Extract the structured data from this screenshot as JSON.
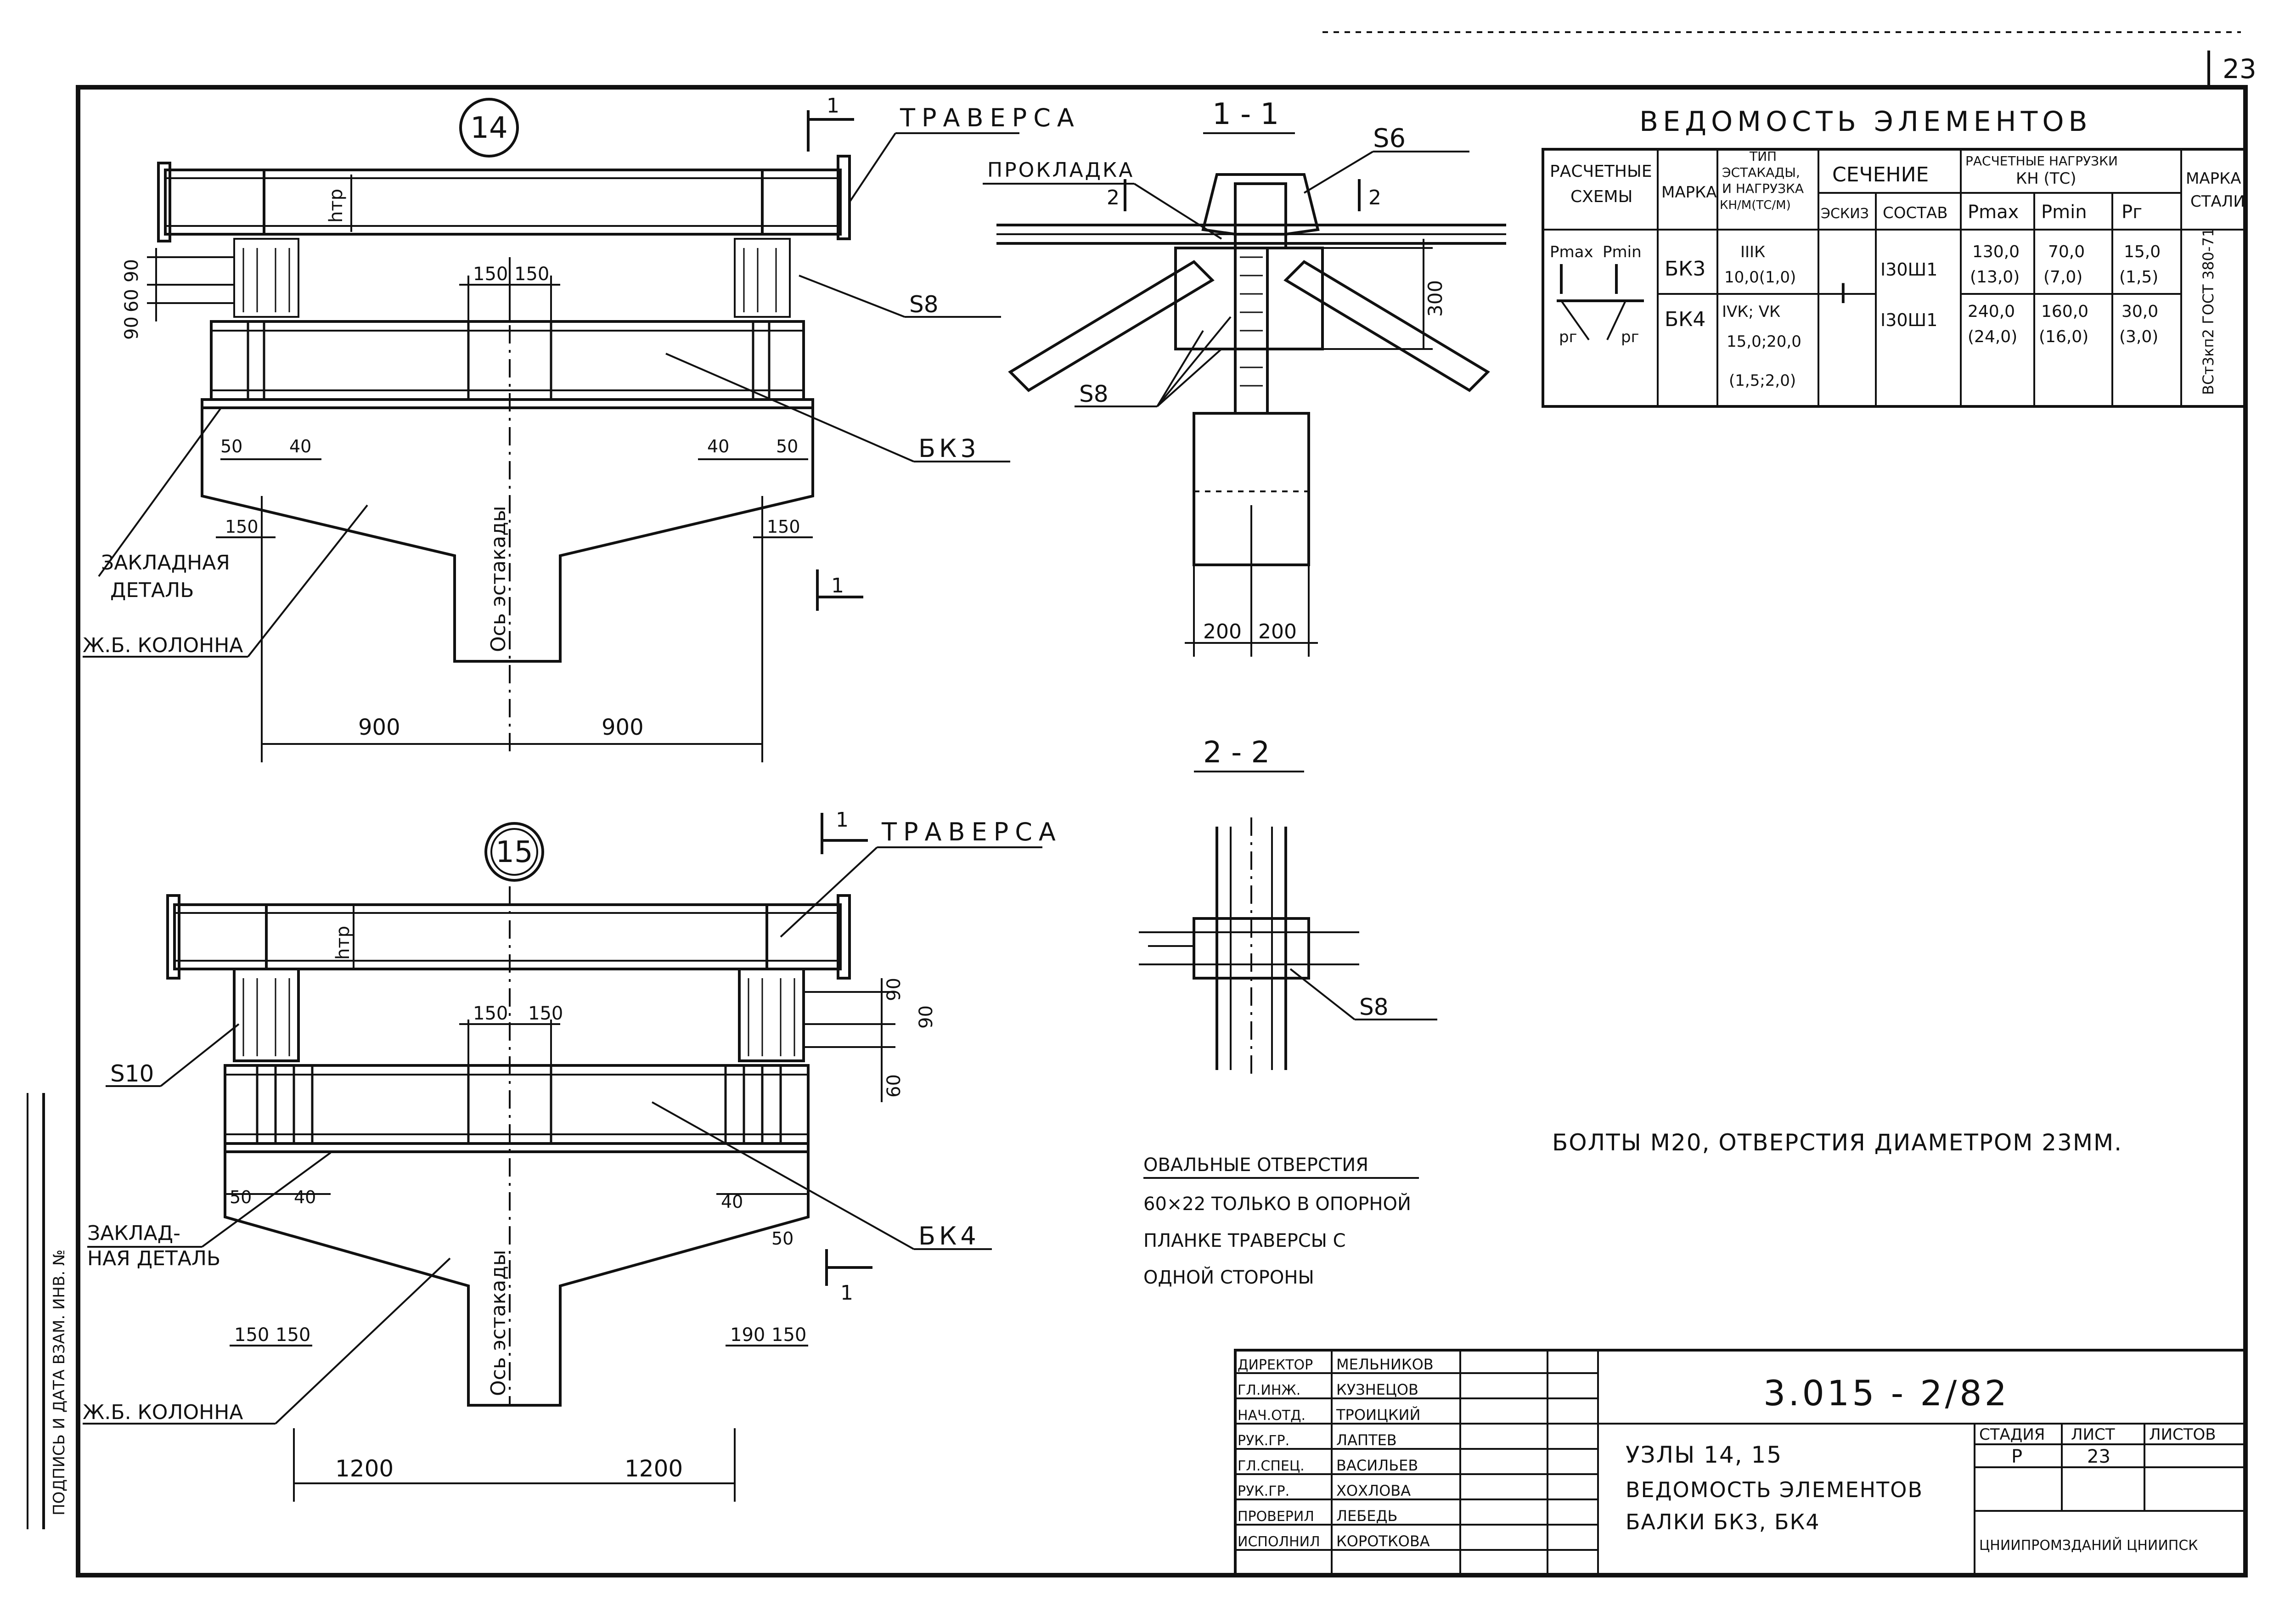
{
  "sheet_corner_number": "23",
  "node14": {
    "number": "14",
    "traverse_label": "ТРАВЕРСА",
    "section_mark": "1",
    "h_label": "hтр",
    "dims_left": [
      "90",
      "60",
      "90"
    ],
    "dim_150_a": "150",
    "dim_150_b": "150",
    "plate_label": "S8",
    "beam_label": "БК3",
    "dim_50_left": "50",
    "dim_40_left": "40",
    "dim_40_right": "40",
    "dim_50_right": "50",
    "dim_150_left": "150",
    "dim_150_right": "150",
    "axis_label": "Ось эстакады",
    "embedded_label_1": "ЗАКЛАДНАЯ",
    "embedded_label_2": "ДЕТАЛЬ",
    "column_label": "Ж.Б. КОЛОННА",
    "dim_900_left": "900",
    "dim_900_right": "900"
  },
  "section11": {
    "title": "1 - 1",
    "gasket_label": "ПРОКЛАДКА",
    "section2_mark": "2",
    "plate_s6": "S6",
    "dim_300": "300",
    "plate_s8": "S8",
    "dim_200_a": "200",
    "dim_200_b": "200"
  },
  "section22": {
    "title": "2 - 2",
    "plate_s8": "S8",
    "note_1": "ОВАЛЬНЫЕ ОТВЕРСТИЯ",
    "note_2": "60×22 ТОЛЬКО В ОПОРНОЙ",
    "note_3": "ПЛАНКЕ ТРАВЕРСЫ С",
    "note_4": "ОДНОЙ СТОРОНЫ"
  },
  "node15": {
    "number": "15",
    "traverse_label": "ТРАВЕРСА",
    "section_mark": "1",
    "h_label": "hтр",
    "dims_right": [
      "90",
      "90",
      "60"
    ],
    "plate_label": "S10",
    "dim_150_a": "150",
    "dim_150_b": "150",
    "beam_label": "БК4",
    "dim_50_left": "50",
    "dim_40_left": "40",
    "dim_40_right": "40",
    "dim_50_right": "50",
    "embedded_label_1": "ЗАКЛАД-",
    "embedded_label_2": "НАЯ ДЕТАЛЬ",
    "axis_label": "Ось эстакады",
    "column_label": "Ж.Б. КОЛОННА",
    "dim_150_1": "150",
    "dim_150_2": "150",
    "dim_190": "190",
    "dim_150_3": "150",
    "dim_1200_left": "1200",
    "dim_1200_right": "1200"
  },
  "bolts_note": "БОЛТЫ М20, ОТВЕРСТИЯ ДИАМЕТРОМ 23ММ.",
  "table": {
    "title": "ВЕДОМОСТЬ ЭЛЕМЕНТОВ",
    "headers": {
      "schemes": [
        "РАСЧЕТНЫЕ",
        "СХЕМЫ"
      ],
      "mark": "МАРКА",
      "type": [
        "ТИП",
        "ЭСТАКАДЫ,",
        "И НАГРУЗКА",
        "КН/М(ТС/М)"
      ],
      "section": "СЕЧЕНИЕ",
      "sketch": "ЭСКИЗ",
      "composition": "СОСТАВ",
      "loads": [
        "РАСЧЕТНЫЕ НАГРУЗКИ",
        "КН (ТС)"
      ],
      "pmax": "Pmax",
      "pmin": "Pmin",
      "pr": "Pг",
      "steel": [
        "МАРКА",
        "СТАЛИ"
      ]
    },
    "scheme_labels": [
      "Pmax",
      "Pmin",
      "рг",
      "рг"
    ],
    "rows": [
      {
        "mark": "БК3",
        "type_1": "IIIК",
        "type_2": "10,0(1,0)",
        "section": "I30Ш1",
        "pmax": [
          "130,0",
          "(13,0)"
        ],
        "pmin": [
          "70,0",
          "(7,0)"
        ],
        "pr": [
          "15,0",
          "(1,5)"
        ]
      },
      {
        "mark": "БК4",
        "type_1": "IVК; VК",
        "type_2": "15,0;20,0",
        "type_3": "(1,5;2,0)",
        "section": "I30Ш1",
        "pmax": [
          "240,0",
          "(24,0)"
        ],
        "pmin": [
          "160,0",
          "(16,0)"
        ],
        "pr": [
          "30,0",
          "(3,0)"
        ]
      }
    ],
    "sketch_symbol": "I",
    "steel_value": "ВСт3кп2 ГОСТ 380-71"
  },
  "title_block": {
    "roles": [
      "ДИРЕКТОР",
      "ГЛ.ИНЖ.",
      "НАЧ.ОТД.",
      "РУК.ГР.",
      "ГЛ.СПЕЦ.",
      "РУК.ГР.",
      "ПРОВЕРИЛ",
      "ИСПОЛНИЛ"
    ],
    "names": [
      "МЕЛЬНИКОВ",
      "КУЗНЕЦОВ",
      "ТРОИЦКИЙ",
      "ЛАПТЕВ",
      "ВАСИЛЬЕВ",
      "ХОХЛОВА",
      "ЛЕБЕДЬ",
      "КОРОТКОВА"
    ],
    "code": "3.015 - 2/82",
    "title_1": "УЗЛЫ 14, 15",
    "title_2": "ВЕДОМОСТЬ ЭЛЕМЕНТОВ",
    "title_3": "БАЛКИ БК3, БК4",
    "stage_label": "СТАДИЯ",
    "sheet_label": "ЛИСТ",
    "sheets_label": "ЛИСТОВ",
    "stage_value": "Р",
    "sheet_value": "23",
    "sheets_value": "",
    "org": "ЦНИИПРОМЗДАНИЙ ЦНИИПСК"
  },
  "side_margin_text": "ПОДПИСЬ И ДАТА  ВЗАМ. ИНВ. №"
}
